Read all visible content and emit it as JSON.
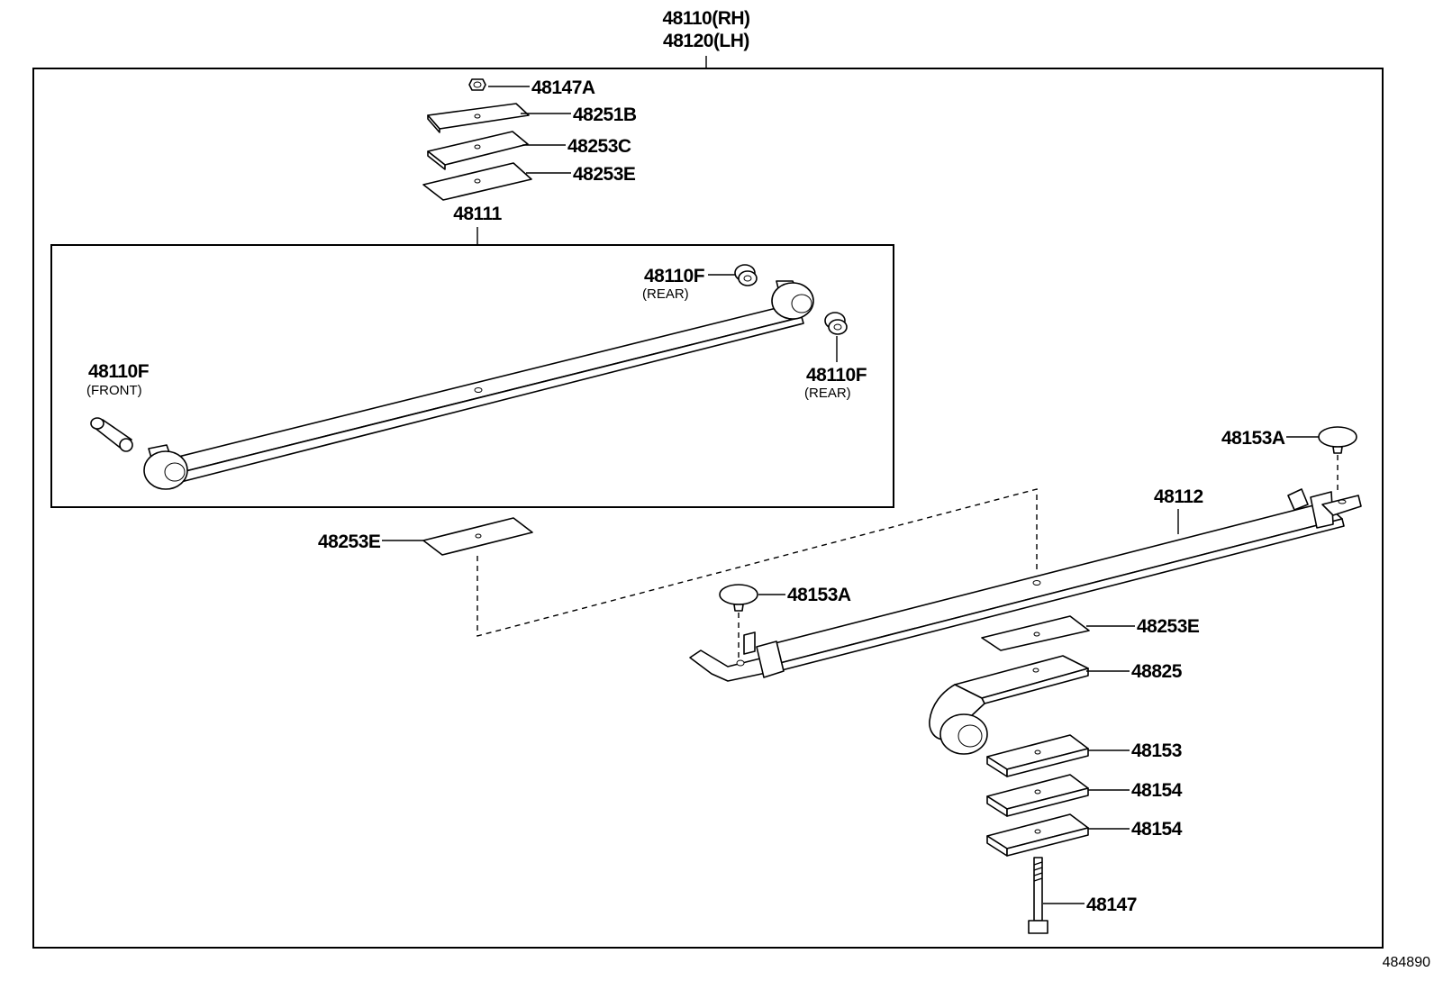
{
  "diagram": {
    "part_top_rh": "48110(RH)",
    "part_top_lh": "48120(LH)",
    "part_nut": "48147A",
    "part_plate_top": "48251B",
    "part_plate_mid": "48253C",
    "part_plate_low": "48253E",
    "part_main_leaf": "48111",
    "part_bushing_rear_upper": "48110F",
    "part_bushing_rear_upper_note": "(REAR)",
    "part_bushing_rear_lower": "48110F",
    "part_bushing_rear_lower_note": "(REAR)",
    "part_bushing_front": "48110F",
    "part_bushing_front_note": "(FRONT)",
    "part_insert_left": "48253E",
    "part_bumper_right": "48153A",
    "part_bumper_left": "48153A",
    "part_second_leaf": "48112",
    "part_insert_right": "48253E",
    "part_spacer": "48825",
    "part_block": "48153",
    "part_shim_1": "48154",
    "part_shim_2": "48154",
    "part_bolt": "48147",
    "figure_ref": "484890"
  }
}
